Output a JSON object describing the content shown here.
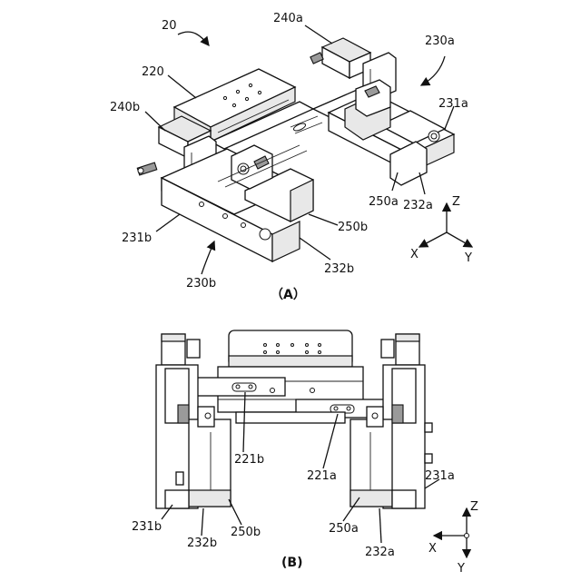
{
  "panel_a": {
    "caption": "（A）",
    "labels": {
      "assembly": "20",
      "slider": "220",
      "cyl_a": "240a",
      "cyl_b": "240b",
      "unit_a": "230a",
      "unit_b": "230b",
      "base_a": "231a",
      "base_b": "231b",
      "block_a": "232a",
      "block_b": "232b",
      "finger_a": "250a",
      "finger_b": "250b"
    },
    "axes": {
      "z": "Z",
      "x": "X",
      "y": "Y"
    }
  },
  "panel_b": {
    "caption": "(B)",
    "labels": {
      "slot_a": "221a",
      "slot_b": "221b",
      "base_a": "231a",
      "base_b": "231b",
      "block_a": "232a",
      "block_b": "232b",
      "finger_a": "250a",
      "finger_b": "250b"
    },
    "axes": {
      "z": "Z",
      "x": "X",
      "y": "Y"
    }
  }
}
